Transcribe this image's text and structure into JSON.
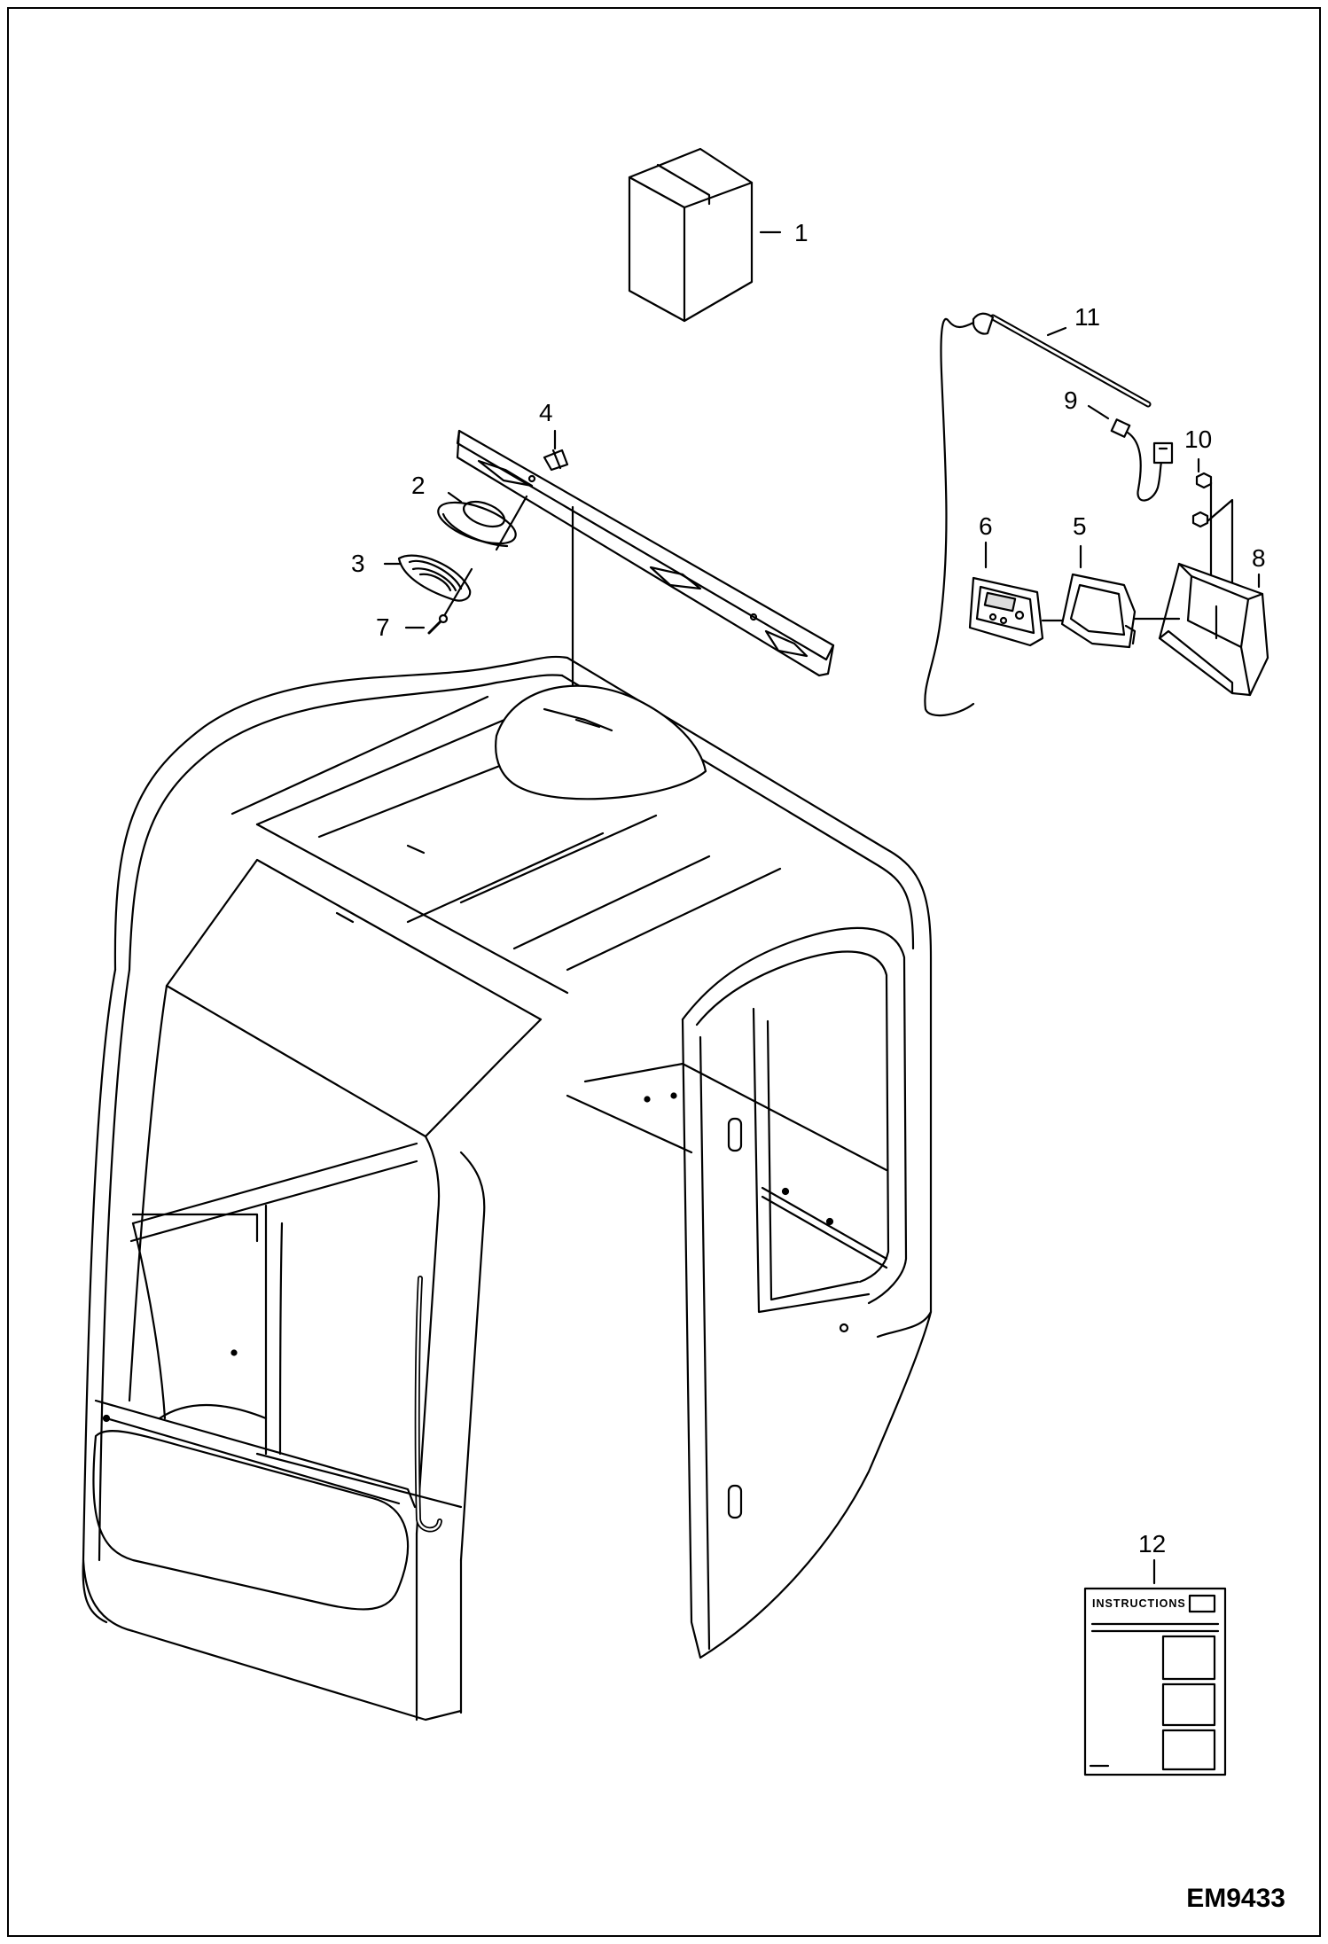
{
  "diagram": {
    "drawing_code": "EM9433",
    "booklet_label": "INSTRUCTIONS",
    "callouts": [
      {
        "id": "1",
        "label": "1",
        "part": "box-kit"
      },
      {
        "id": "2",
        "label": "2",
        "part": "speaker"
      },
      {
        "id": "3",
        "label": "3",
        "part": "speaker-grille"
      },
      {
        "id": "4",
        "label": "4",
        "part": "screw-top"
      },
      {
        "id": "5",
        "label": "5",
        "part": "radio-bezel"
      },
      {
        "id": "6",
        "label": "6",
        "part": "radio"
      },
      {
        "id": "7",
        "label": "7",
        "part": "screw"
      },
      {
        "id": "8",
        "label": "8",
        "part": "radio-bracket"
      },
      {
        "id": "9",
        "label": "9",
        "part": "harness"
      },
      {
        "id": "10",
        "label": "10",
        "part": "nut"
      },
      {
        "id": "11",
        "label": "11",
        "part": "antenna"
      },
      {
        "id": "12",
        "label": "12",
        "part": "instructions"
      }
    ]
  }
}
